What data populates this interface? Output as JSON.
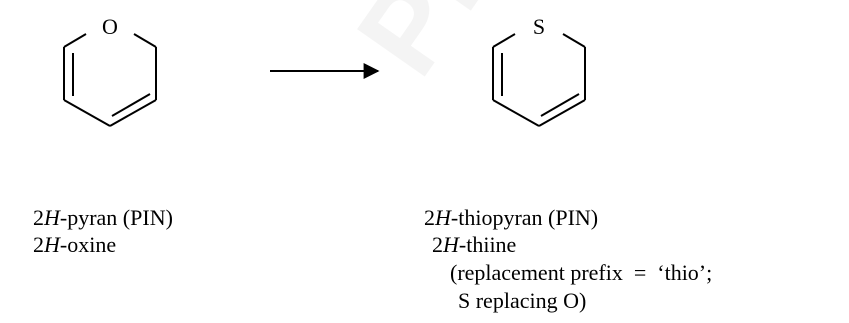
{
  "watermark": "Provisional",
  "left_structure": {
    "heteroatom": "O",
    "name_line1_prefix": "2",
    "name_line1_italic": "H",
    "name_line1_suffix": "-pyran (PIN)",
    "name_line2_prefix": "2",
    "name_line2_italic": "H",
    "name_line2_suffix": "-oxine"
  },
  "right_structure": {
    "heteroatom": "S",
    "name_line1_prefix": "2",
    "name_line1_italic": "H",
    "name_line1_suffix": "-thiopyran (PIN)",
    "name_line2_prefix": "2",
    "name_line2_italic": "H",
    "name_line2_suffix": "-thiine",
    "note_line1": "(replacement prefix  =  ‘thio’;",
    "note_line2": "S replacing O)"
  },
  "colors": {
    "ink": "#000000",
    "watermark": "#cdcdcd"
  }
}
